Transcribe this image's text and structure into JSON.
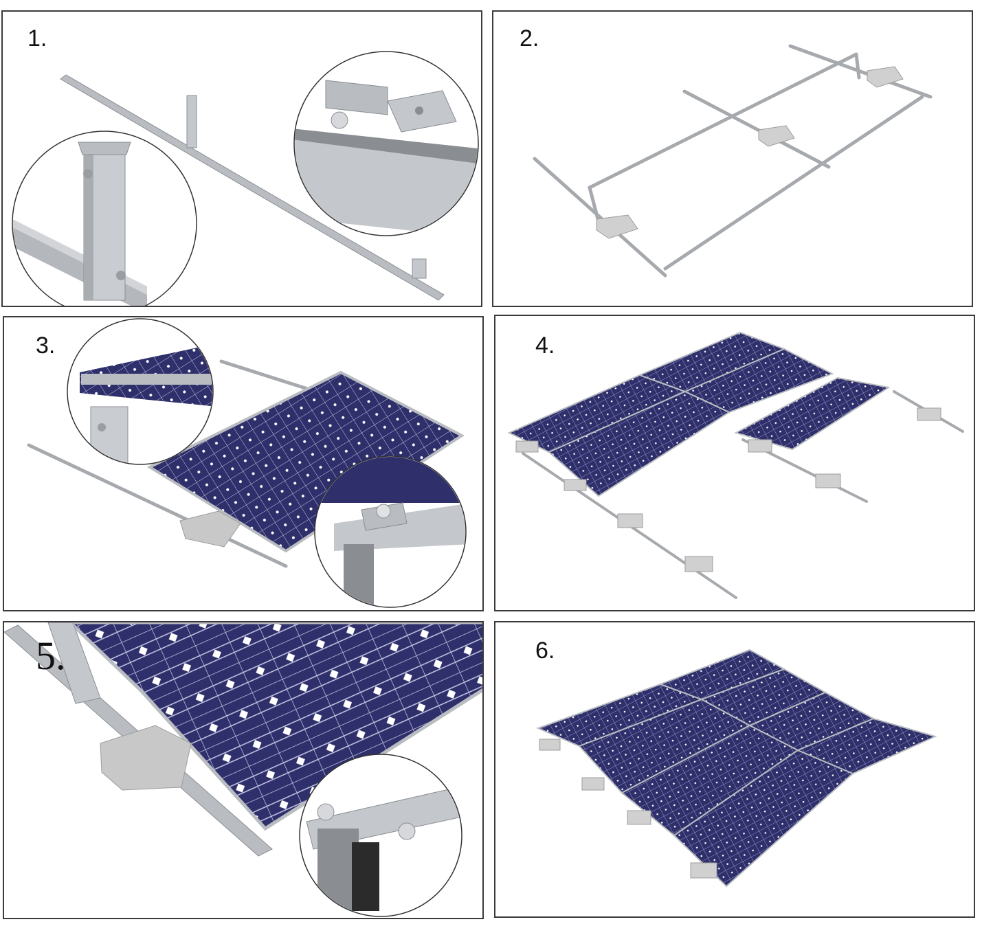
{
  "steps": [
    {
      "label": "1."
    },
    {
      "label": "2."
    },
    {
      "label": "3."
    },
    {
      "label": "4."
    },
    {
      "label": "5."
    },
    {
      "label": "6."
    }
  ],
  "colors": {
    "panel_border": "#3a3a3a",
    "aluminum": "#b9bcc0",
    "aluminum_dark": "#8a8e93",
    "solar_cell": "#2e2f6b",
    "solar_grid": "#c9cbe6",
    "ballast_block": "#c8c8c8"
  }
}
